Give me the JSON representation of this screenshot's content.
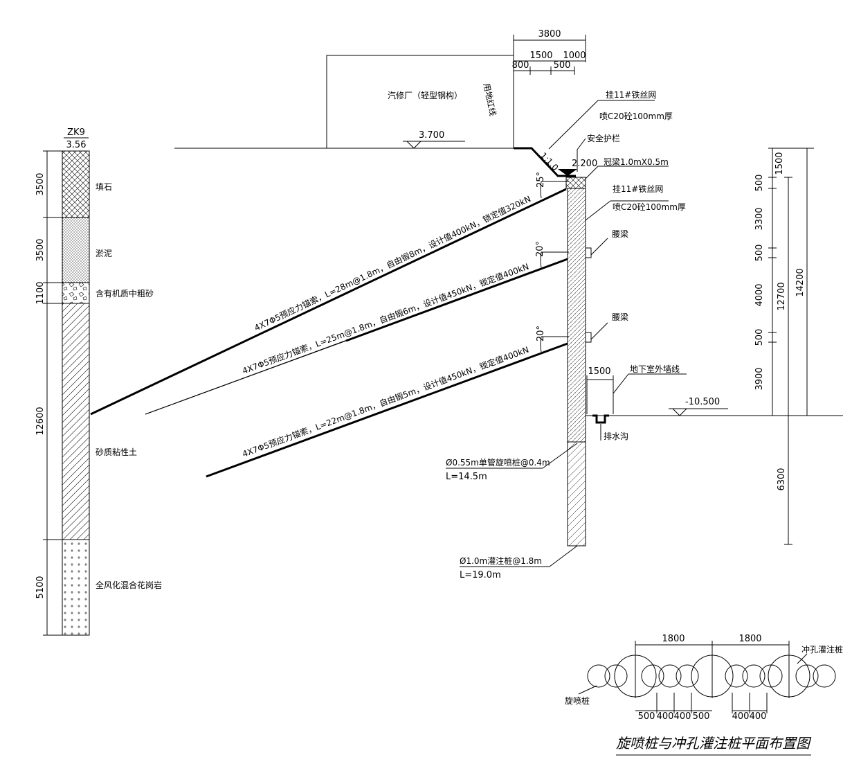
{
  "borehole": {
    "name": "ZK9",
    "elevation": "3.56",
    "layers": [
      {
        "thickness": "3500",
        "name": "填石"
      },
      {
        "thickness": "3500",
        "name": "淤泥"
      },
      {
        "thickness": "1100",
        "name": "含有机质中粗砂"
      },
      {
        "thickness": "12600",
        "name": "砂质粘性土"
      },
      {
        "thickness": "5100",
        "name": "全风化混合花岗岩"
      }
    ]
  },
  "top_dims": {
    "total": "3800",
    "d1": "1500",
    "d2": "1000",
    "d3": "800",
    "d4": "500"
  },
  "labels": {
    "building": "汽修厂（轻型钢构）",
    "redline": "用地红线",
    "ground_elev": "3.700",
    "slope": "1:1.0",
    "mesh1": "挂11#铁丝网",
    "shot1": "喷C20砼100mm厚",
    "guardrail": "安全护栏",
    "top_elev": "2.200",
    "crown_beam": "冠梁1.0mX0.5m",
    "mesh2": "挂11#铁丝网",
    "shot2": "喷C20砼100mm厚",
    "waler1": "腰梁",
    "waler2": "腰梁",
    "basement_width": "1500",
    "basement_line": "地下室外墙线",
    "pit_elev": "-10.500",
    "drain": "排水沟",
    "jet_pile": "Ø0.55m单管旋喷桩@0.4m",
    "jet_len": "L=14.5m",
    "bored_pile": "Ø1.0m灌注桩@1.8m",
    "bored_len": "L=19.0m"
  },
  "anchors": [
    {
      "text": "4X7Φ5预应力锚索，L=28m@1.8m，自由锻8m，设计值400kN，锁定值320kN",
      "angle": "25°"
    },
    {
      "text": "4X7Φ5预应力锚索，L=25m@1.8m，自由锻6m，设计值450kN，锁定值400kN",
      "angle": "20°"
    },
    {
      "text": "4X7Φ5预应力锚索，L=22m@1.8m，自由锻5m，设计值450kN，锁定值400kN",
      "angle": "20°"
    }
  ],
  "right_dims": {
    "a1": "1500",
    "a2": "500",
    "a3": "3300",
    "a4": "500",
    "a5": "4000",
    "a6": "500",
    "a7": "3900",
    "total_mid": "12700",
    "total": "14200",
    "below": "6300"
  },
  "plan": {
    "d1": "1800",
    "d2": "1800",
    "b1": "500",
    "b2": "400",
    "b3": "400",
    "b4": "500",
    "b5": "400",
    "b6": "400",
    "bored_label": "冲孔灌注桩",
    "jet_label": "旋喷桩",
    "title": "旋喷桩与冲孔灌注桩平面布置图"
  }
}
